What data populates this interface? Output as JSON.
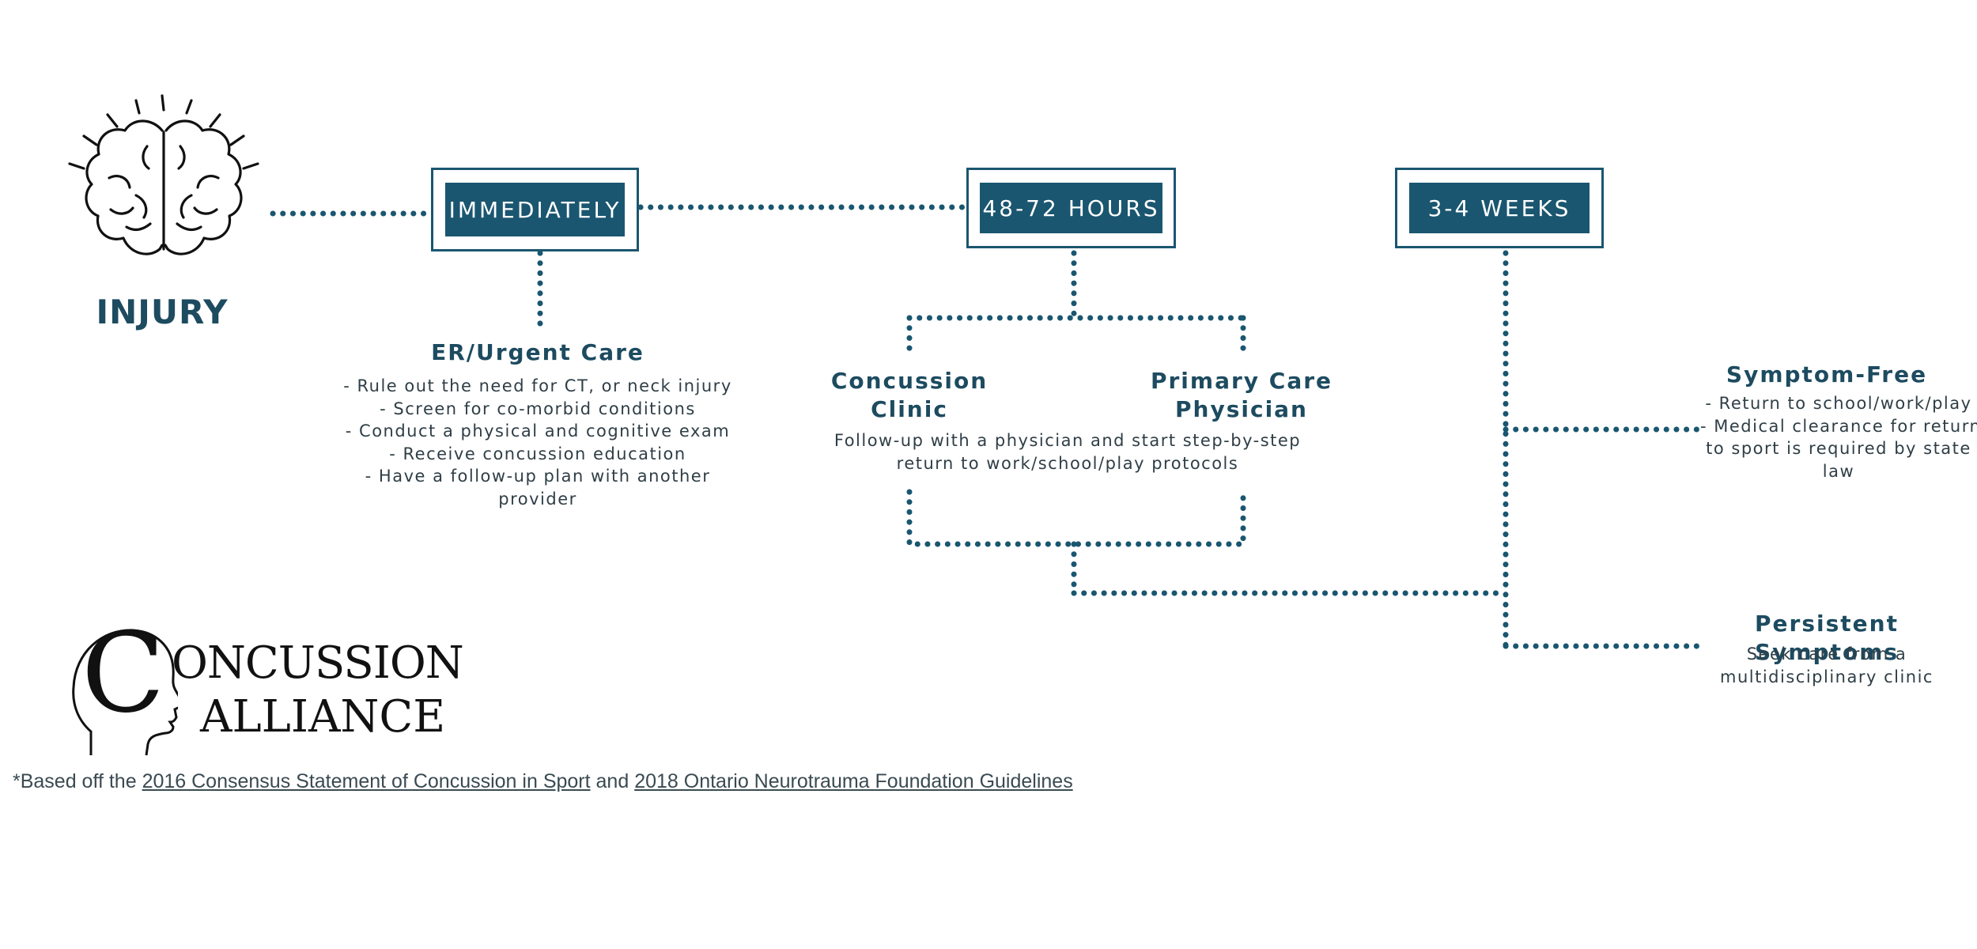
{
  "injury": {
    "label": "INJURY"
  },
  "stages": {
    "immediately": "IMMEDIATELY",
    "hours_48_72": "48-72 HOURS",
    "weeks_3_4": "3-4 WEEKS"
  },
  "er": {
    "title": "ER/Urgent Care",
    "lines": [
      "- Rule out the need for CT, or neck injury",
      "- Screen for co-morbid conditions",
      "- Conduct a physical and cognitive exam",
      "- Receive concussion education",
      "- Have a follow-up plan with another",
      "provider"
    ]
  },
  "concussion_clinic": {
    "title_lines": [
      "Concussion",
      "Clinic"
    ]
  },
  "primary_care": {
    "title_lines": [
      "Primary Care",
      "Physician"
    ]
  },
  "followup": {
    "lines": [
      "Follow-up with a physician and start step-by-step",
      "return to work/school/play protocols"
    ]
  },
  "symptom_free": {
    "title": "Symptom-Free",
    "lines": [
      "- Return to school/work/play",
      "- Medical clearance for return",
      "to sport is required by state",
      "law"
    ]
  },
  "persistent": {
    "title": "Persistent Symptoms",
    "lines": [
      "Seek care from a",
      "multidisciplinary clinic"
    ]
  },
  "logo": {
    "initial": "C",
    "word1": "ONCUSSION",
    "word2": "ALLIANCE"
  },
  "footnote": {
    "prefix": "*Based off the ",
    "link1": "2016 Consensus Statement of Concussion in Sport",
    "middle": " and ",
    "link2": "2018 Ontario Neurotrauma Foundation Guidelines"
  },
  "colors": {
    "accent": "#1a5670",
    "heading": "#1d4b60",
    "body": "#2f3e46"
  }
}
